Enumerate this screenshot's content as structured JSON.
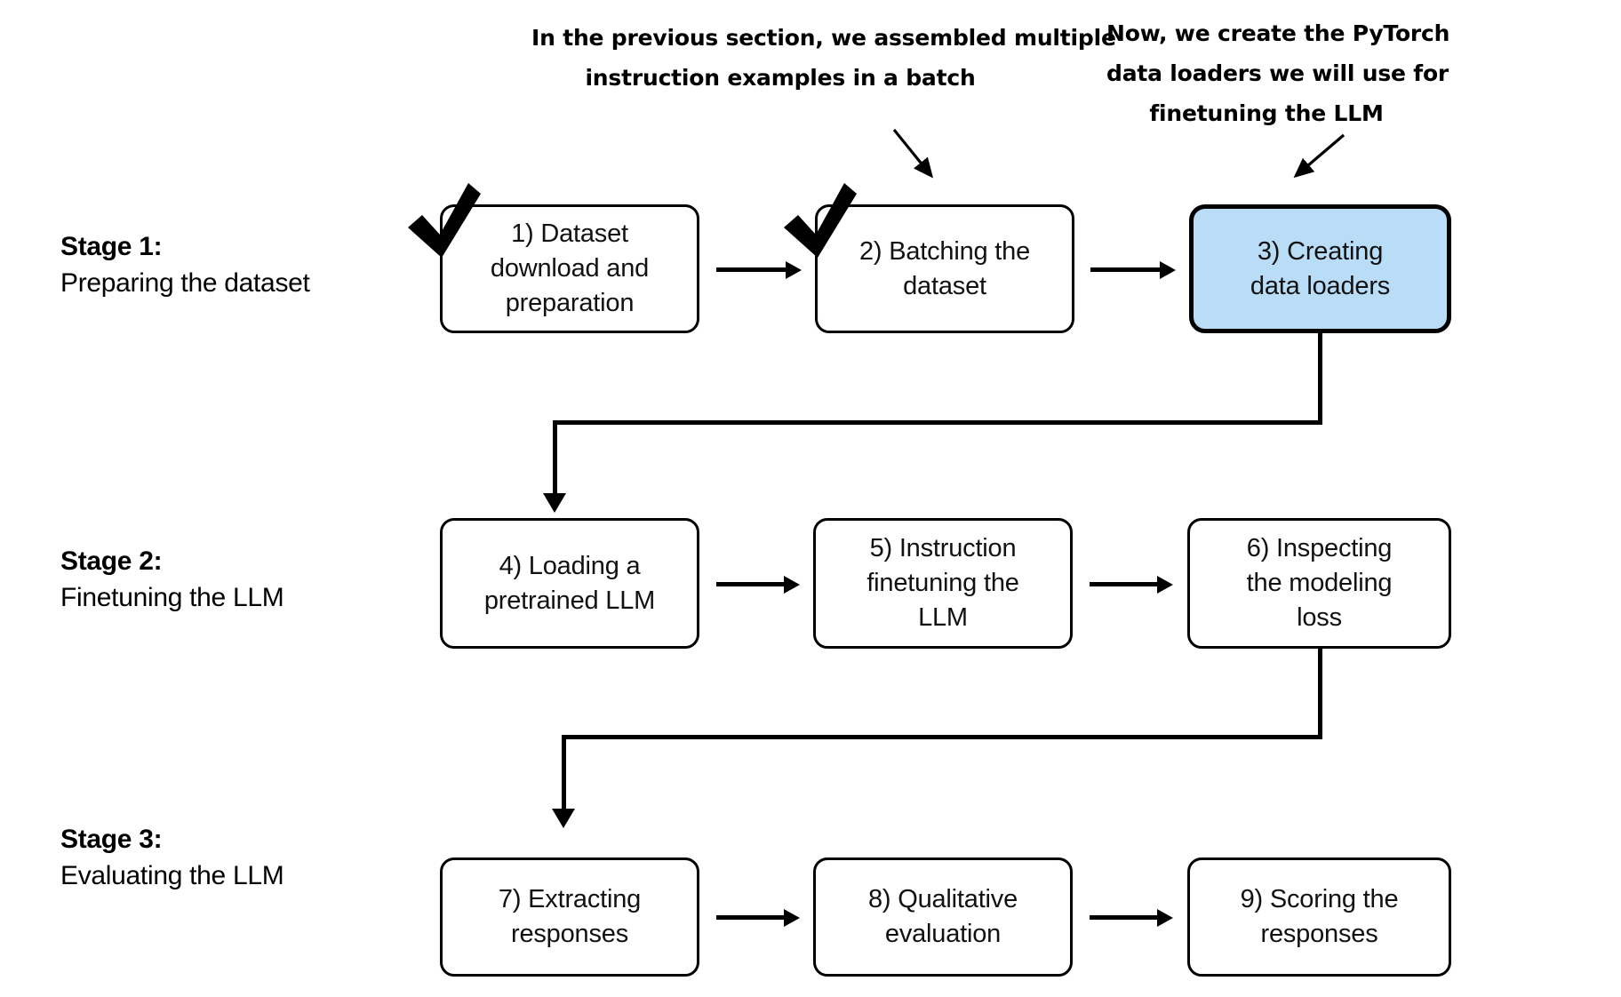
{
  "diagram": {
    "title_context": "LLM instruction finetuning pipeline overview",
    "stages": [
      {
        "id": "stage-1",
        "title": "Stage 1:",
        "description": "Preparing the dataset",
        "nodes": [
          {
            "id": "node-1",
            "label": "1) Dataset\ndownload and\npreparation",
            "highlighted": false,
            "completed": true
          },
          {
            "id": "node-2",
            "label": "2) Batching the\ndataset",
            "highlighted": false,
            "completed": true
          },
          {
            "id": "node-3",
            "label": "3) Creating\ndata loaders",
            "highlighted": true,
            "completed": false
          }
        ]
      },
      {
        "id": "stage-2",
        "title": "Stage 2:",
        "description": "Finetuning the LLM",
        "nodes": [
          {
            "id": "node-4",
            "label": "4) Loading a\npretrained LLM",
            "highlighted": false,
            "completed": false
          },
          {
            "id": "node-5",
            "label": "5) Instruction\nfinetuning the\nLLM",
            "highlighted": false,
            "completed": false
          },
          {
            "id": "node-6",
            "label": "6) Inspecting\nthe modeling\nloss",
            "highlighted": false,
            "completed": false
          }
        ]
      },
      {
        "id": "stage-3",
        "title": "Stage 3:",
        "description": "Evaluating the LLM",
        "nodes": [
          {
            "id": "node-7",
            "label": "7) Extracting\nresponses",
            "highlighted": false,
            "completed": false
          },
          {
            "id": "node-8",
            "label": "8) Qualitative\nevaluation",
            "highlighted": false,
            "completed": false
          },
          {
            "id": "node-9",
            "label": "9) Scoring the\nresponses",
            "highlighted": false,
            "completed": false
          }
        ]
      }
    ],
    "annotations": [
      {
        "id": "annotation-previous-section",
        "lines": [
          "In the previous section, we assembled multiple",
          "instruction examples in a batch"
        ],
        "points_to": "node-2"
      },
      {
        "id": "annotation-data-loaders",
        "lines": [
          "Now, we create the PyTorch",
          "data loaders we will use for",
          "finetuning the LLM"
        ],
        "points_to": "node-3"
      }
    ],
    "colors": {
      "highlight_fill": "#b9ddf7",
      "stroke": "#000000",
      "background": "#ffffff",
      "text": "#111111"
    }
  }
}
